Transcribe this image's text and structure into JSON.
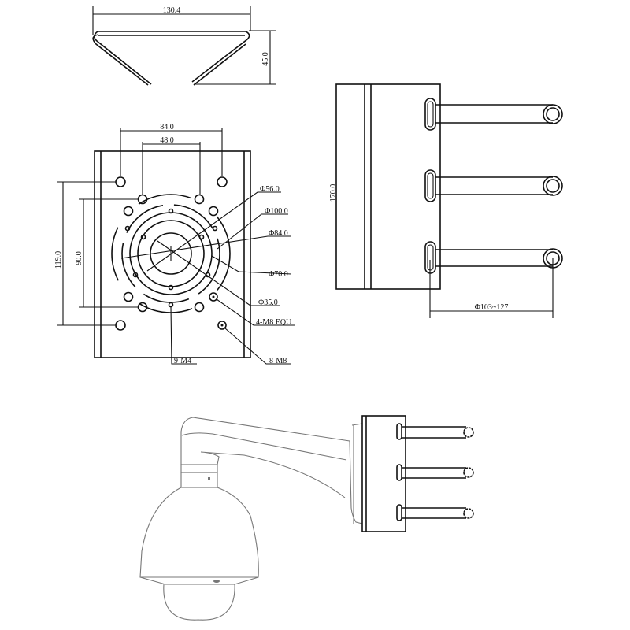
{
  "top_view": {
    "width_label": "130.4",
    "height_label": "45.0"
  },
  "front_view": {
    "dim_outer_holes": "84.0",
    "dim_inner_holes": "48.0",
    "dim_height_outer": "119.0",
    "dim_height_inner": "90.0",
    "callouts": [
      "Φ56.0",
      "Φ100.0",
      "Φ84.0",
      "Φ70.0",
      "Φ35.0",
      "4-M8 EQU",
      "8-M8",
      "9-M4"
    ]
  },
  "side_view": {
    "height_label": "170.0",
    "pole_range_label": "Φ103~127"
  },
  "colors": {
    "line": "#111111",
    "camera_line": "#777777"
  }
}
